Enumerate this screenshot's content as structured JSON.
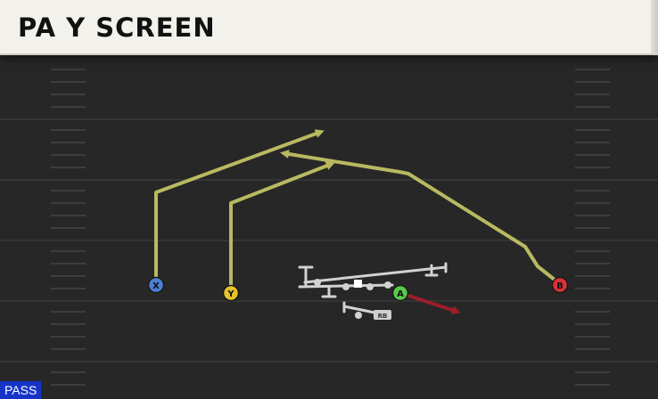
{
  "play": {
    "title": "PA Y SCREEN",
    "type_badge": "PASS"
  },
  "players": [
    {
      "id": "x",
      "label": "X",
      "color": "#4a7fd6",
      "text_color": "#111111"
    },
    {
      "id": "y",
      "label": "Y",
      "color": "#e7c22a",
      "text_color": "#111111"
    },
    {
      "id": "a",
      "label": "A",
      "color": "#58c84a",
      "text_color": "#111111"
    },
    {
      "id": "b",
      "label": "B",
      "color": "#d9323a",
      "text_color": "#111111"
    }
  ],
  "blockers": {
    "rb_label": "RB"
  },
  "colors": {
    "route": "#b9b962",
    "motion": "#9c1d2c",
    "line": "#d2d2d2",
    "field": "#272727"
  }
}
